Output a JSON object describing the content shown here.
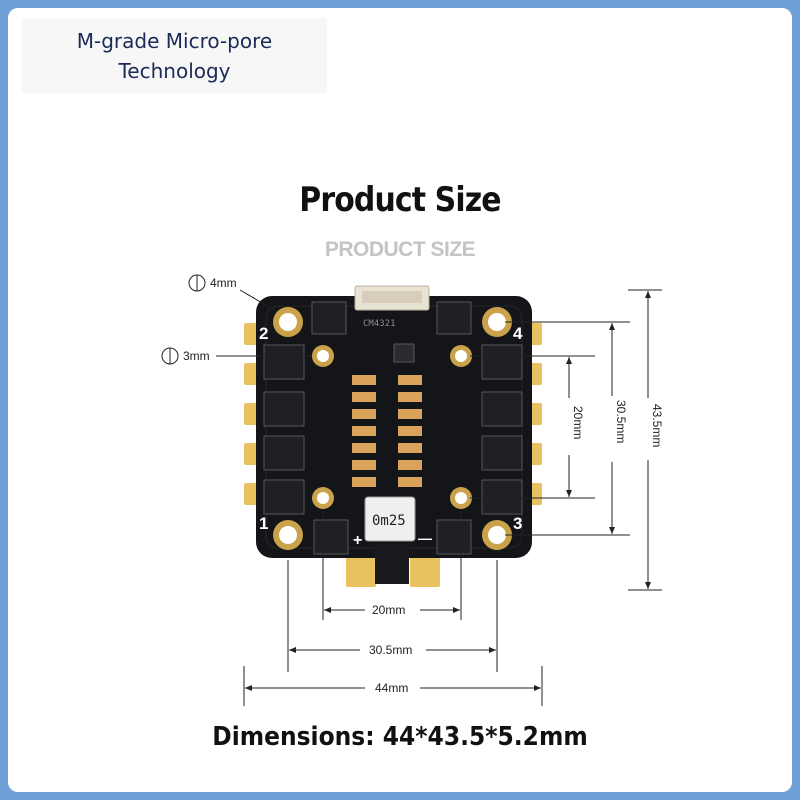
{
  "badge": {
    "line1": "M-grade Micro-pore",
    "line2": "Technology"
  },
  "title": "Product Size",
  "subtitle": "PRODUCT SIZE",
  "board": {
    "chip_text": "CM4321",
    "shunt_text": "0m25",
    "corner_numbers": [
      "1",
      "2",
      "3",
      "4"
    ],
    "plus_sign": "+",
    "minus_sign": "—"
  },
  "callouts": {
    "large_hole": "4mm",
    "small_hole": "3mm"
  },
  "dimensions": {
    "bottom_inner": "20mm",
    "bottom_mid": "30.5mm",
    "bottom_outer": "44mm",
    "right_inner": "20mm",
    "right_mid": "30.5mm",
    "right_outer": "43.5mm"
  },
  "footer": "Dimensions: 44*43.5*5.2mm",
  "colors": {
    "background_border": "#6fa0d8",
    "board": "#141519",
    "pad_gold": "#e8c25e",
    "badge_text": "#1b2a57"
  }
}
